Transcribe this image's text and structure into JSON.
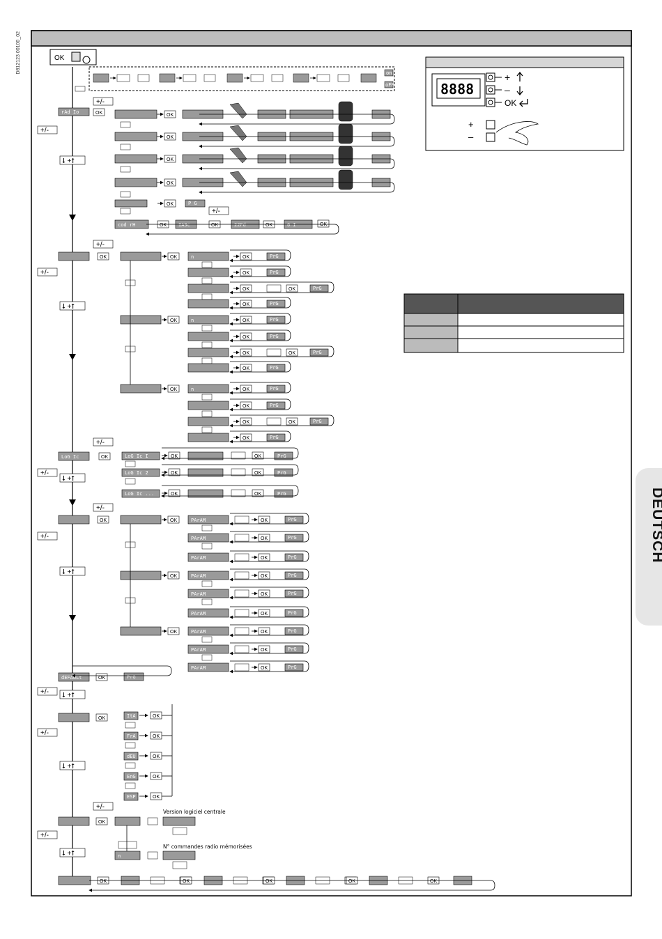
{
  "doc_id": "D812123 00100_02",
  "side_tab": "DEUTSCH",
  "keypad": {
    "display": "8888",
    "plus": "+",
    "minus": "–",
    "ok": "OK"
  },
  "labels": {
    "ok": "OK",
    "plusminus": "+/-",
    "updown": "⭣ +⭡",
    "radio": "rAd Io",
    "cod_rh": "cod rH",
    "v1a9c": "IA9c",
    "v22fd": "22Fd",
    "v01": "0 I",
    "prg": "P G",
    "prg_small": "PrG",
    "n": "n",
    "logic": "LoG Ic",
    "logic1": "LoG Ic  I",
    "logic2": "LoG Ic  2",
    "logicn": "LoG Ic  ...",
    "param": "PArAM",
    "default": "dEFAULt",
    "ita": "ItA",
    "fra": "FrA",
    "deu": "dEU",
    "eng": "EnG",
    "esp": "ESP",
    "version_note": "Version logiciel centrale",
    "radio_note": "N° commandes radio mémorisées",
    "on": "on",
    "off": "oFF"
  }
}
